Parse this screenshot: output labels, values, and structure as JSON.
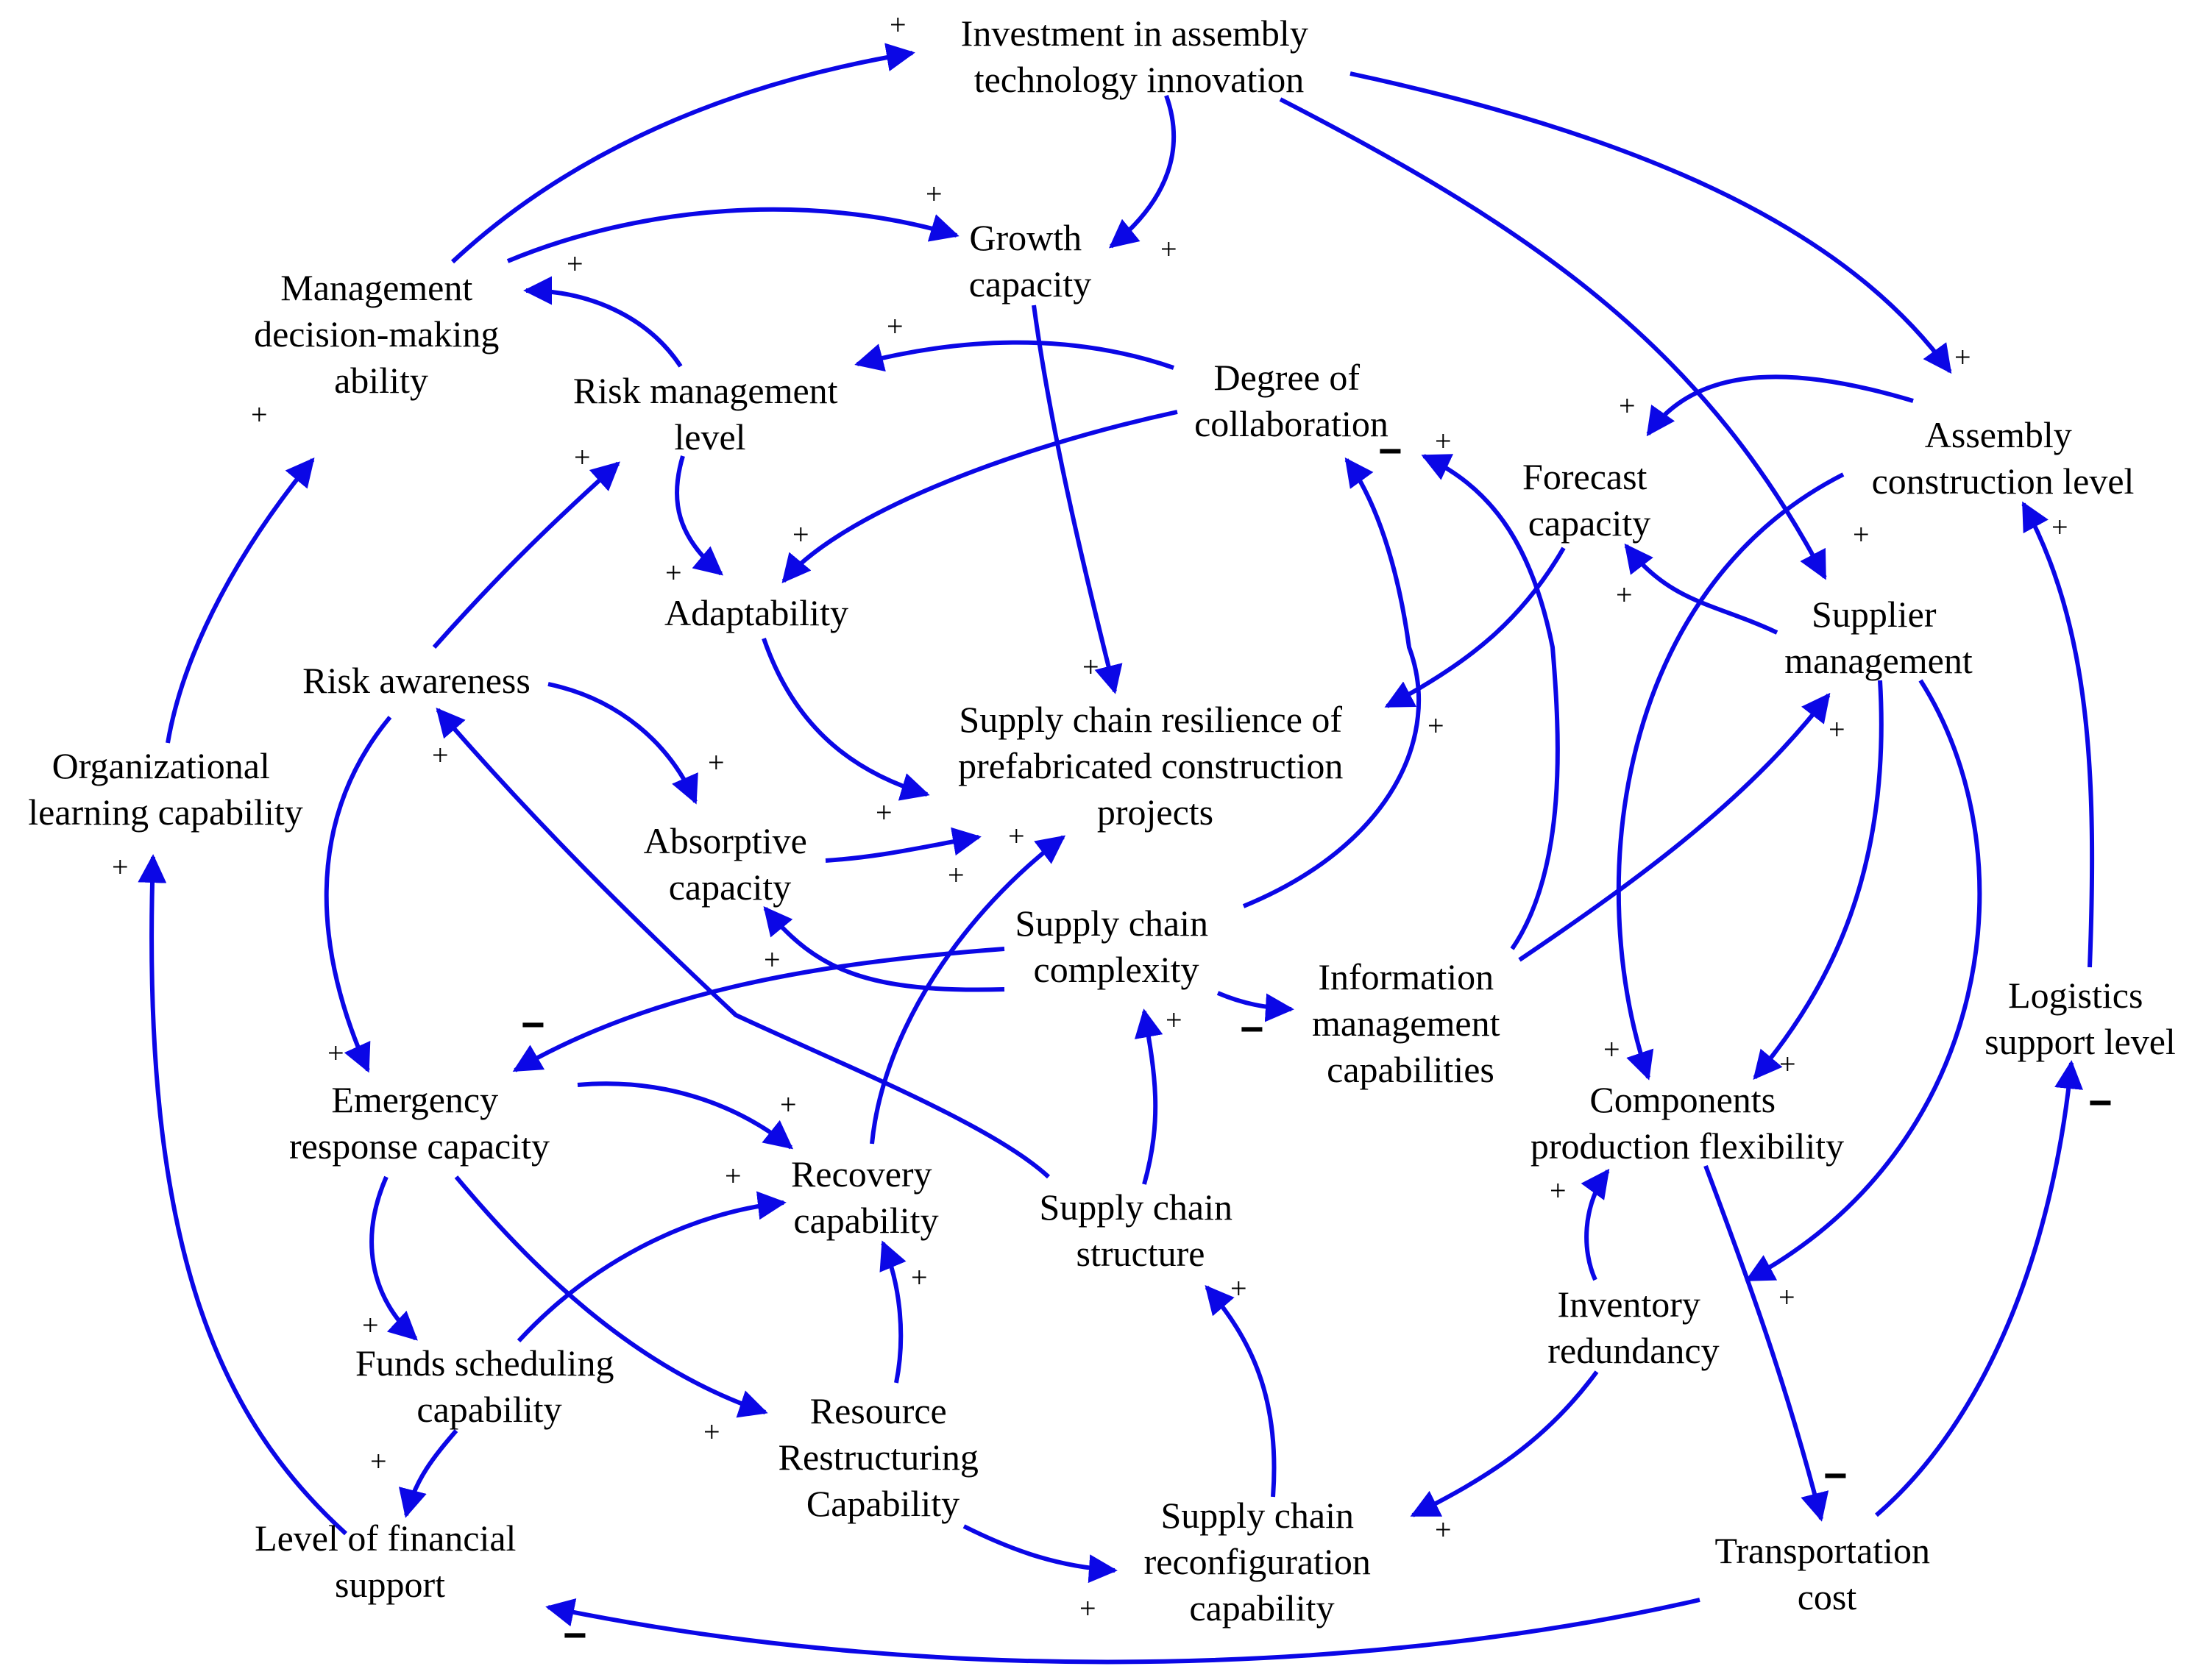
{
  "colors": {
    "arrow": "#0b07e6",
    "text": "#000000",
    "background": "#ffffff"
  },
  "nodes": {
    "investment": [
      "Investment in assembly",
      "technology innovation"
    ],
    "growth": [
      "Growth",
      "capacity"
    ],
    "management": [
      "Management",
      "decision-making",
      "ability"
    ],
    "risk_mgmt": [
      "Risk management",
      "level"
    ],
    "collaboration": [
      "Degree of",
      "collaboration"
    ],
    "assembly": [
      "Assembly",
      "construction level"
    ],
    "forecast": [
      "Forecast",
      "capacity"
    ],
    "adaptability": [
      "Adaptability"
    ],
    "risk_awareness": [
      "Risk awareness"
    ],
    "supplier": [
      "Supplier",
      "management"
    ],
    "resilience": [
      "Supply chain resilience of",
      "prefabricated construction",
      "projects"
    ],
    "org_learning": [
      "Organizational",
      "learning capability"
    ],
    "absorptive": [
      "Absorptive",
      "capacity"
    ],
    "complexity": [
      "Supply chain",
      "complexity"
    ],
    "info_mgmt": [
      "Information",
      "management",
      "capabilities"
    ],
    "logistics": [
      "Logistics",
      "support level"
    ],
    "emergency": [
      "Emergency",
      "response capacity"
    ],
    "recovery": [
      "Recovery",
      "capability"
    ],
    "structure": [
      "Supply chain",
      "structure"
    ],
    "components": [
      "Components",
      "production flexibility"
    ],
    "inventory": [
      "Inventory",
      "redundancy"
    ],
    "funds": [
      "Funds scheduling",
      "capability"
    ],
    "resource": [
      "Resource",
      "Restructuring",
      "Capability"
    ],
    "financial": [
      "Level of financial",
      "support"
    ],
    "reconfig": [
      "Supply chain",
      "reconfiguration",
      "capability"
    ],
    "transport": [
      "Transportation",
      "cost"
    ]
  },
  "links": [
    {
      "id": "management-investment",
      "polarity": "+"
    },
    {
      "id": "investment-growth",
      "polarity": "+"
    },
    {
      "id": "management-growth",
      "polarity": "+"
    },
    {
      "id": "investment-assembly",
      "polarity": "+"
    },
    {
      "id": "investment-supplier",
      "polarity": "+"
    },
    {
      "id": "riskmgmt-management",
      "polarity": "+"
    },
    {
      "id": "collaboration-riskmgmt",
      "polarity": "+"
    },
    {
      "id": "collaboration-adaptability",
      "polarity": "+"
    },
    {
      "id": "riskmgmt-adaptability",
      "polarity": "+"
    },
    {
      "id": "growth-resilience",
      "polarity": "+"
    },
    {
      "id": "adaptability-resilience",
      "polarity": "+"
    },
    {
      "id": "absorptive-resilience",
      "polarity": "+"
    },
    {
      "id": "recovery-resilience",
      "polarity": "+"
    },
    {
      "id": "forecast-resilience",
      "polarity": "+"
    },
    {
      "id": "assembly-forecast",
      "polarity": "+"
    },
    {
      "id": "supplier-forecast",
      "polarity": "+"
    },
    {
      "id": "riskawareness-riskmgmt",
      "polarity": "+"
    },
    {
      "id": "riskawareness-absorptive",
      "polarity": "+"
    },
    {
      "id": "riskawareness-emergency",
      "polarity": "+"
    },
    {
      "id": "structure-riskawareness",
      "polarity": "+"
    },
    {
      "id": "orglearning-management",
      "polarity": "+"
    },
    {
      "id": "financial-orglearning",
      "polarity": "+"
    },
    {
      "id": "complexity-collaboration",
      "polarity": "−"
    },
    {
      "id": "info-collaboration",
      "polarity": "+"
    },
    {
      "id": "complexity-absorptive",
      "polarity": "+"
    },
    {
      "id": "complexity-emergency",
      "polarity": "−"
    },
    {
      "id": "complexity-info",
      "polarity": "−"
    },
    {
      "id": "info-supplier",
      "polarity": "+"
    },
    {
      "id": "structure-complexity",
      "polarity": "+"
    },
    {
      "id": "assembly-components",
      "polarity": "+"
    },
    {
      "id": "supplier-components",
      "polarity": "+"
    },
    {
      "id": "supplier-transport",
      "polarity": "+"
    },
    {
      "id": "components-transport",
      "polarity": "−"
    },
    {
      "id": "inventory-components",
      "polarity": "+"
    },
    {
      "id": "inventory-reconfig",
      "polarity": "+"
    },
    {
      "id": "logistics-assembly",
      "polarity": "+"
    },
    {
      "id": "transport-logistics",
      "polarity": "−"
    },
    {
      "id": "transport-financial",
      "polarity": "−"
    },
    {
      "id": "emergency-recovery",
      "polarity": "+"
    },
    {
      "id": "emergency-funds",
      "polarity": "+"
    },
    {
      "id": "emergency-resource",
      "polarity": "+"
    },
    {
      "id": "funds-recovery",
      "polarity": "+"
    },
    {
      "id": "funds-financial",
      "polarity": "+"
    },
    {
      "id": "resource-recovery",
      "polarity": "+"
    },
    {
      "id": "resource-reconfig",
      "polarity": "+"
    },
    {
      "id": "reconfig-structure",
      "polarity": "+"
    }
  ]
}
